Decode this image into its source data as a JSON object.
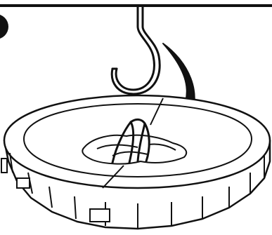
{
  "illustration": {
    "elements": [
      "top-rule-line",
      "step-badge",
      "ceiling-hook",
      "curved-arrow",
      "round-bag-base",
      "drawstring-loops"
    ],
    "colors": {
      "stroke": "#111111",
      "background": "#ffffff",
      "arrow_fill": "#111111",
      "badge_fill": "#111111"
    }
  }
}
